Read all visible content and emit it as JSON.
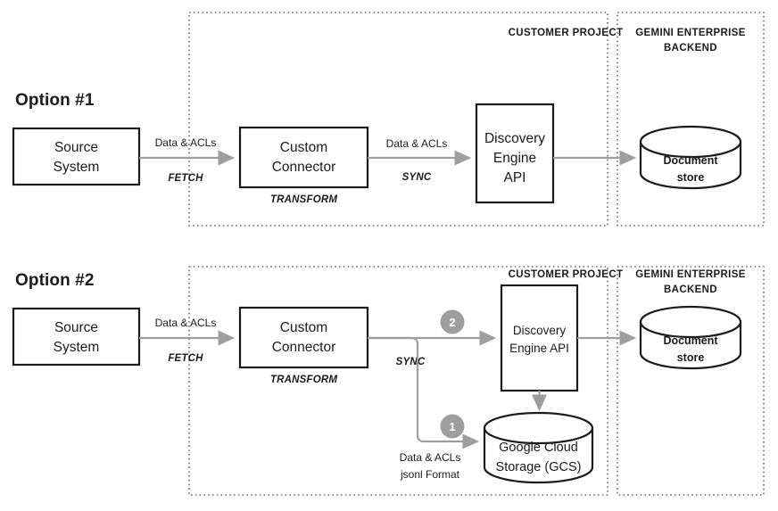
{
  "diagram": {
    "title": "Gemini Enterprise custom connector ingestion options",
    "colors": {
      "background": "#ffffff",
      "node_stroke": "#1b1b1b",
      "zone_stroke": "#6b6b6b",
      "flow_arrow": "#9e9e9e",
      "badge_fill": "#9e9e9e",
      "badge_text": "#ffffff",
      "text": "#1b1b1b"
    }
  },
  "option1": {
    "heading": "Option #1",
    "zones": {
      "customer_project": "CUSTOMER PROJECT",
      "gemini_backend_line1": "GEMINI ENTERPRISE",
      "gemini_backend_line2": "BACKEND"
    },
    "nodes": {
      "source_system_line1": "Source",
      "source_system_line2": "System",
      "custom_connector_line1": "Custom",
      "custom_connector_line2": "Connector",
      "discovery_engine_line1": "Discovery",
      "discovery_engine_line2": "Engine",
      "discovery_engine_line3": "API",
      "document_store_line1": "Document",
      "document_store_line2": "store"
    },
    "edges": {
      "fetch_label": "Data & ACLs",
      "fetch_stage": "FETCH",
      "transform_stage": "TRANSFORM",
      "sync_label": "Data & ACLs",
      "sync_stage": "SYNC"
    }
  },
  "option2": {
    "heading": "Option #2",
    "zones": {
      "customer_project": "CUSTOMER PROJECT",
      "gemini_backend_line1": "GEMINI ENTERPRISE",
      "gemini_backend_line2": "BACKEND"
    },
    "nodes": {
      "source_system_line1": "Source",
      "source_system_line2": "System",
      "custom_connector_line1": "Custom",
      "custom_connector_line2": "Connector",
      "discovery_engine_line1": "Discovery",
      "discovery_engine_line2": "Engine API",
      "document_store_line1": "Document",
      "document_store_line2": "store",
      "gcs_line1": "Google Cloud",
      "gcs_line2": "Storage (GCS)"
    },
    "edges": {
      "fetch_label": "Data & ACLs",
      "fetch_stage": "FETCH",
      "transform_stage": "TRANSFORM",
      "sync_stage": "SYNC",
      "gcs_label_line1": "Data & ACLs",
      "gcs_label_line2": "jsonl Format",
      "badge_one": "1",
      "badge_two": "2"
    }
  }
}
